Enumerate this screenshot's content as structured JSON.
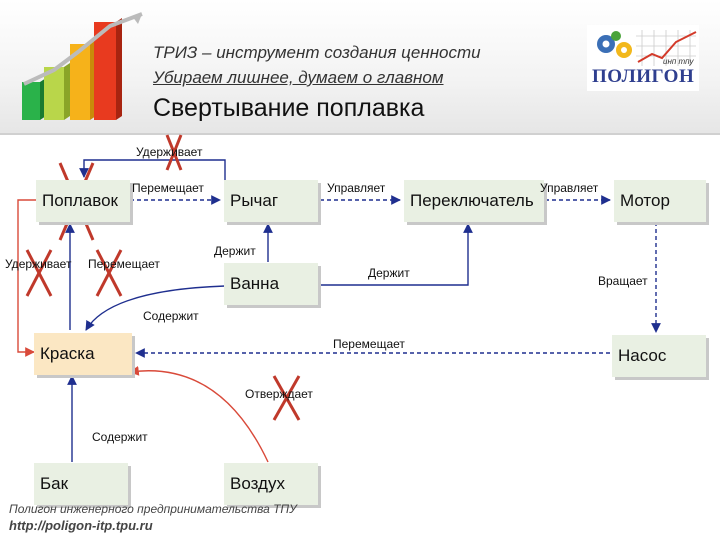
{
  "header": {
    "subtitle_line1": "ТРИЗ – инструмент создания ценности",
    "subtitle_line2": "Убираем лишнее, думаем о главном",
    "title": "Свертывание поплавка",
    "logo_text": "ПОЛИГОН",
    "logo_small": "инп тпу"
  },
  "nodes": {
    "float": "Поплавок",
    "lever": "Рычаг",
    "switch": "Переключатель",
    "motor": "Мотор",
    "bath": "Ванна",
    "paint": "Краска",
    "pump": "Насос",
    "tank": "Бак",
    "air": "Воздух"
  },
  "labels": {
    "holds_top": "Удерживает",
    "moves_lever": "Перемещает",
    "controls_1": "Управляет",
    "controls_2": "Управляет",
    "holds_bath": "Держит",
    "holds_switch": "Держит",
    "rotates": "Вращает",
    "holds_left": "Удерживает",
    "moves_left": "Перемещает",
    "contains_bath": "Содержит",
    "moves_pump": "Перемещает",
    "hardens": "Отверждает",
    "contains_tank": "Содержит"
  },
  "footer": {
    "line1": "Полигон инженерного предпринимательства ТПУ",
    "line2": "http://poligon-itp.tpu.ru"
  },
  "colors": {
    "node_fill": "#e9f0e3",
    "paint_fill": "#fbe7c3",
    "arrow_blue": "#1f2f8f",
    "arrow_red": "#d94a3a",
    "cross": "#c0392b",
    "logo_blue": "#2f3f8f"
  },
  "icons": [
    "bar-chart-icon",
    "gear-icon"
  ]
}
